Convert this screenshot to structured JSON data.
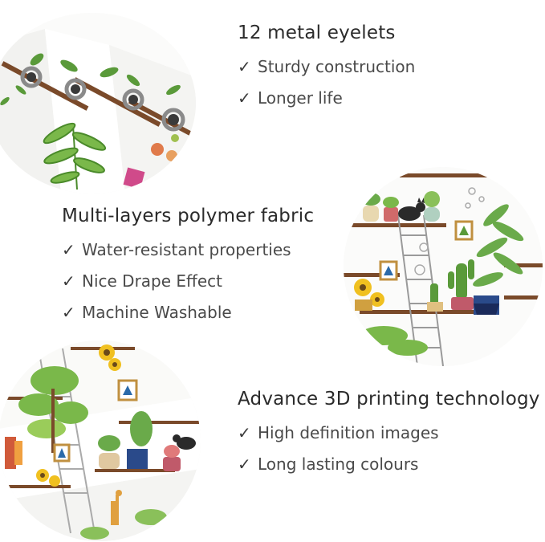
{
  "features": [
    {
      "title": "12 metal eyelets",
      "items": [
        "Sturdy construction",
        "Longer life"
      ]
    },
    {
      "title": "Multi-layers polymer fabric",
      "items": [
        "Water-resistant properties",
        "Nice Drape Effect",
        "Machine Washable"
      ]
    },
    {
      "title": "Advance 3D printing technology",
      "items": [
        "High definition images",
        "Long lasting colours"
      ]
    }
  ],
  "check_glyph": "✓",
  "colors": {
    "text": "#333333",
    "leaf_green": "#5a9a3a",
    "shelf_brown": "#7a4a2a",
    "pot_pink": "#d04a8a",
    "sunflower": "#f0c020",
    "pot_blue": "#2a4a8a"
  },
  "images": [
    {
      "name": "eyelets-closeup-image",
      "icons": [
        "eyelet-ring-icon",
        "leaf-icon",
        "shelf-icon"
      ]
    },
    {
      "name": "curtain-pattern-image",
      "icons": [
        "ladder-icon",
        "cat-icon",
        "cactus-icon",
        "potted-plant-icon",
        "sunflower-icon"
      ]
    },
    {
      "name": "fabric-roll-image",
      "icons": [
        "tree-icon",
        "sunflower-icon",
        "pot-icon",
        "shelf-icon"
      ]
    }
  ]
}
